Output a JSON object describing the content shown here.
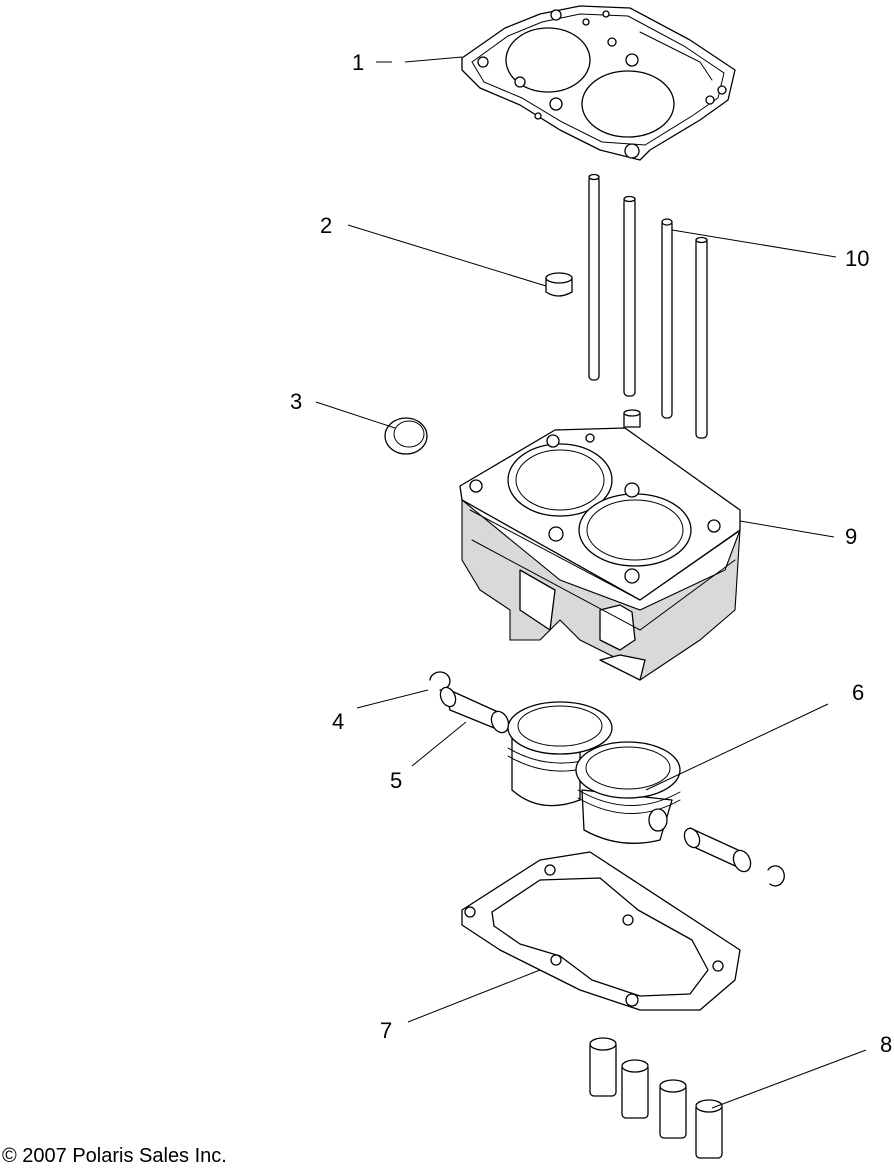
{
  "callouts": [
    {
      "id": "1",
      "label": "1"
    },
    {
      "id": "2",
      "label": "2"
    },
    {
      "id": "3",
      "label": "3"
    },
    {
      "id": "4",
      "label": "4"
    },
    {
      "id": "5",
      "label": "5"
    },
    {
      "id": "6",
      "label": "6"
    },
    {
      "id": "7",
      "label": "7"
    },
    {
      "id": "8",
      "label": "8"
    },
    {
      "id": "9",
      "label": "9"
    },
    {
      "id": "10",
      "label": "10"
    }
  ],
  "copyright": "© 2007 Polaris Sales Inc."
}
